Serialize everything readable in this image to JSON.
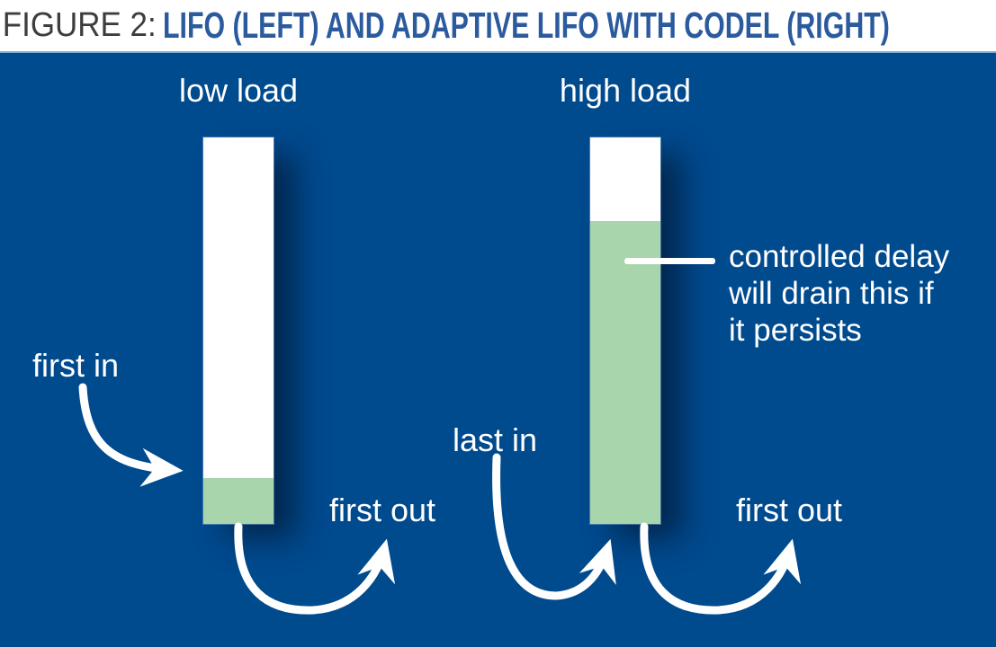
{
  "figure": {
    "label": "FIGURE 2:",
    "title": "LIFO (LEFT) AND ADAPTIVE LIFO WITH CODEL (RIGHT)"
  },
  "colors": {
    "panel_background": "#004a8e",
    "panel_top_edge": "#7fa9d1",
    "queue_empty": "#ffffff",
    "queue_packets_green": "#a8d5ab",
    "arrow_white": "#ffffff",
    "title_accent_blue": "#2b5b9e",
    "title_label_gray": "#3d3d3d"
  },
  "left_queue": {
    "load_label": "low load",
    "in_label": "first in",
    "out_label": "first out",
    "fill_percent": "12%"
  },
  "right_queue": {
    "load_label": "high load",
    "in_label": "last in",
    "out_label": "first out",
    "fill_percent": "78%",
    "annotation": {
      "lines": [
        "controlled delay",
        "will drain this if",
        "it persists"
      ]
    }
  }
}
